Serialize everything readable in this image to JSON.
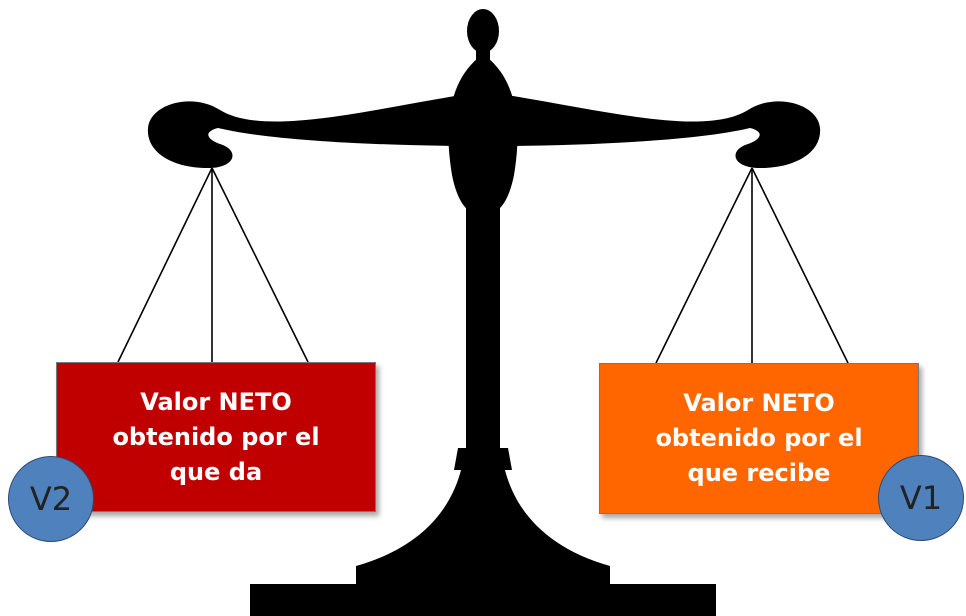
{
  "left_pan": {
    "label": "Valor NETO\nobtenido por el\nque da",
    "color": "#c00000",
    "badge": "V2"
  },
  "right_pan": {
    "label": "Valor NETO\nobtenido por el\nque recibe",
    "color": "#ff6600",
    "badge": "V1"
  },
  "badge_color": "#4f81bd",
  "scale_color": "#000000",
  "icon": "balance-scale-icon"
}
